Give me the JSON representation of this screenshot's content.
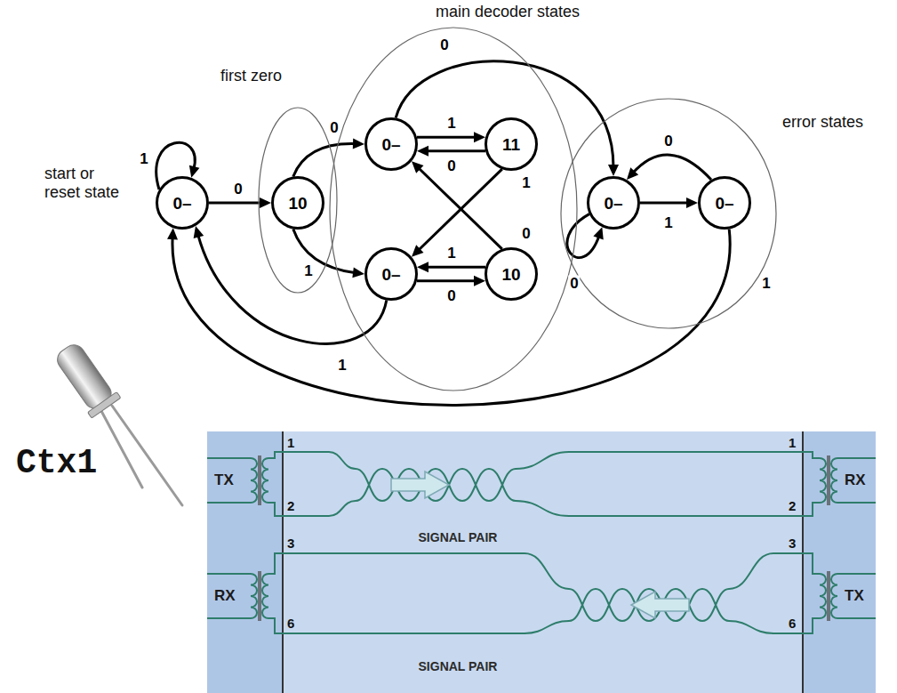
{
  "diagram": {
    "nodes": [
      {
        "text": [
          "0–"
        ]
      },
      {
        "text": [
          "first zero"
        ]
      },
      {
        "text": [
          "10"
        ],
        "in": 1
      },
      {
        "text": [
          "main decoder states"
        ]
      },
      {
        "text": [
          "0–"
        ],
        "in": 3
      },
      {
        "text": [
          "11"
        ],
        "in": 3
      },
      {
        "text": [
          "0–"
        ],
        "in": 3
      },
      {
        "text": [
          "10"
        ],
        "in": 3
      },
      {
        "text": [
          "error states"
        ]
      },
      {
        "text": [
          "0–"
        ],
        "in": 8
      },
      {
        "text": [
          "0–"
        ],
        "in": 8
      }
    ],
    "edges": [
      {
        "from": 0,
        "to": 0,
        "label": "1",
        "arrow": "to"
      },
      {
        "from": 0,
        "to": 2,
        "label": "0",
        "arrow": "to"
      },
      {
        "from": 2,
        "to": 4,
        "label": "0",
        "arrow": "to"
      },
      {
        "from": 2,
        "to": 6,
        "label": "1",
        "arrow": "to"
      },
      {
        "from": 4,
        "to": 5,
        "label": "1",
        "arrow": "to"
      },
      {
        "from": 5,
        "to": 4,
        "label": "0",
        "arrow": "to"
      },
      {
        "from": 5,
        "to": 6,
        "label": "1",
        "arrow": "to"
      },
      {
        "from": 7,
        "to": 4,
        "label": "0",
        "arrow": "to"
      },
      {
        "from": 6,
        "to": 7,
        "label": "0",
        "arrow": "to"
      },
      {
        "from": 7,
        "to": 6,
        "label": "1",
        "arrow": "to"
      },
      {
        "from": 4,
        "to": 9,
        "label": "0",
        "arrow": "to"
      },
      {
        "from": 6,
        "to": 0,
        "label": "1",
        "arrow": "to"
      },
      {
        "from": 9,
        "to": 9,
        "label": "0",
        "arrow": "to"
      },
      {
        "from": 9,
        "to": 10,
        "label": "1",
        "arrow": "to"
      },
      {
        "from": 10,
        "to": 9,
        "label": "0",
        "arrow": "to"
      },
      {
        "from": 10,
        "to": 0,
        "label": "1",
        "arrow": "to"
      }
    ],
    "labels": [
      "start or reset state",
      "Ctx1",
      "TX",
      "RX",
      "RX",
      "TX",
      "1",
      "2",
      "3",
      "6",
      "1",
      "2",
      "3",
      "6",
      "SIGNAL PAIR",
      "SIGNAL PAIR"
    ]
  }
}
